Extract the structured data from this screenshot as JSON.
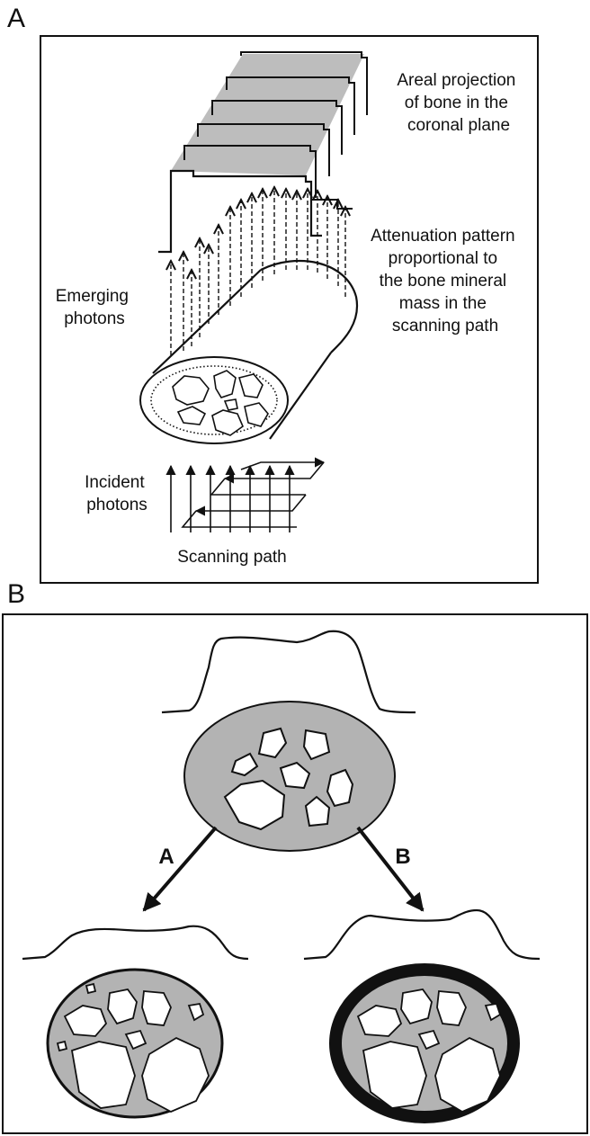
{
  "panel_a": {
    "letter": "A",
    "labels": {
      "areal_projection": [
        "Areal projection",
        "of bone in the",
        "coronal plane"
      ],
      "attenuation_pattern": [
        "Attenuation pattern",
        "proportional to",
        "the bone mineral",
        "mass in the",
        "scanning path"
      ],
      "emerging_photons": [
        "Emerging",
        "photons"
      ],
      "incident_photons": [
        "Incident",
        "photons"
      ],
      "scanning_path": "Scanning path"
    }
  },
  "panel_b": {
    "letter": "B",
    "arrow_a_label": "A",
    "arrow_b_label": "B"
  },
  "colors": {
    "bone_gray": "#b3b3b3",
    "projection_gray": "#bdbdbd",
    "line": "#111111",
    "cortex_black": "#111111"
  }
}
